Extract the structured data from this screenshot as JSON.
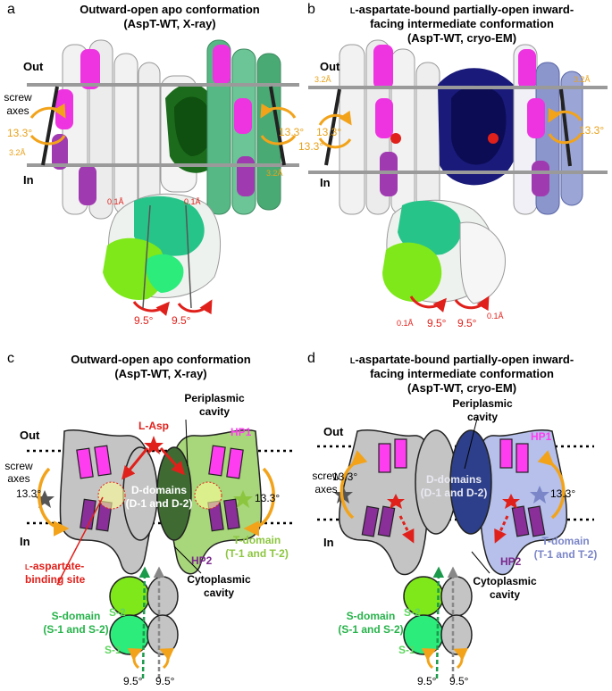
{
  "panel_a": {
    "letter": "a",
    "title_l1": "Outward-open apo conformation",
    "title_l2": "(AspT-WT, X-ray)",
    "out": "Out",
    "in": "In",
    "screw_l1": "screw",
    "screw_l2": "axes",
    "angle_left": "13.3°",
    "angle_right": "13.3°",
    "res_left": "3.2Å",
    "res_right": "3.2Å",
    "res_red_left": "0.1Å",
    "res_red_right": "0.1Å",
    "angle_bottom_left": "9.5°",
    "angle_bottom_right": "9.5°"
  },
  "panel_b": {
    "letter": "b",
    "title_l1_sc": "l",
    "title_l1": "-aspartate-bound partially-open inward-",
    "title_l2": "facing intermediate conformation",
    "title_l3": "(AspT-WT, cryo-EM)",
    "out": "Out",
    "in": "In",
    "res_left": "3.2Å",
    "res_right": "3.2Å",
    "angle_left_a": "13.3°",
    "angle_left_b": "13.3°",
    "angle_right": "13.3°",
    "res_red_left": "0.1Å",
    "res_red_right": "0.1Å",
    "angle_bottom_left": "9.5°",
    "angle_bottom_right": "9.5°"
  },
  "panel_c": {
    "letter": "c",
    "title_l1": "Outward-open apo conformation",
    "title_l2": "(AspT-WT, X-ray)",
    "periplasmic_l1": "Periplasmic",
    "periplasmic_l2": "cavity",
    "l_asp": "L-Asp",
    "hp1": "HP1",
    "hp2": "HP2",
    "out": "Out",
    "in": "In",
    "screw_l1": "screw",
    "screw_l2": "axes",
    "angle_left": "13.3°",
    "angle_right": "13.3°",
    "d_domains_l1": "D-domains",
    "d_domains_l2": "(D-1 and D-2)",
    "t_domain_l1": "T-domain",
    "t_domain_l2": "(T-1 and T-2)",
    "binding_sc": "l",
    "binding_l1": "-aspartate-",
    "binding_l2": "binding site",
    "cyto_l1": "Cytoplasmic",
    "cyto_l2": "cavity",
    "s_domain_l1": "S-domain",
    "s_domain_l2": "(S-1 and S-2)",
    "s2": "S-2",
    "s1": "S-1",
    "angle_bottom_left": "9.5°",
    "angle_bottom_right": "9.5°"
  },
  "panel_d": {
    "letter": "d",
    "title_l1_sc": "l",
    "title_l1": "-aspartate-bound partially-open inward-",
    "title_l2": "facing intermediate conformation",
    "title_l3": "(AspT-WT, cryo-EM)",
    "periplasmic_l1": "Periplasmic",
    "periplasmic_l2": "cavity",
    "hp1": "HP1",
    "hp2": "HP2",
    "out": "Out",
    "in": "In",
    "screw_l1": "screw",
    "screw_l2": "axes",
    "angle_left": "13.3°",
    "angle_right": "13.3°",
    "d_domains_l1": "D-domains",
    "d_domains_l2": "(D-1 and D-2)",
    "t_domain_l1": "T-domain",
    "t_domain_l2": "(T-1 and T-2)",
    "cyto_l1": "Cytoplasmic",
    "cyto_l2": "cavity",
    "s_domain_l1": "S-domain",
    "s_domain_l2": "(S-1 and S-2)",
    "s2": "S-2",
    "s1": "S-1",
    "angle_bottom_left": "9.5°",
    "angle_bottom_right": "9.5°"
  },
  "colors": {
    "magenta": "#ff3df0",
    "purple": "#7b2a8c",
    "dark_green": "#1a6a1a",
    "light_green": "#8cc63f",
    "sea_green": "#4aaa73",
    "lime": "#7ee81a",
    "spring_green": "#2cec7c",
    "navy": "#1a1a7a",
    "lavender": "#8b96cc",
    "orange": "#f2a31a",
    "red": "#e0201b"
  }
}
